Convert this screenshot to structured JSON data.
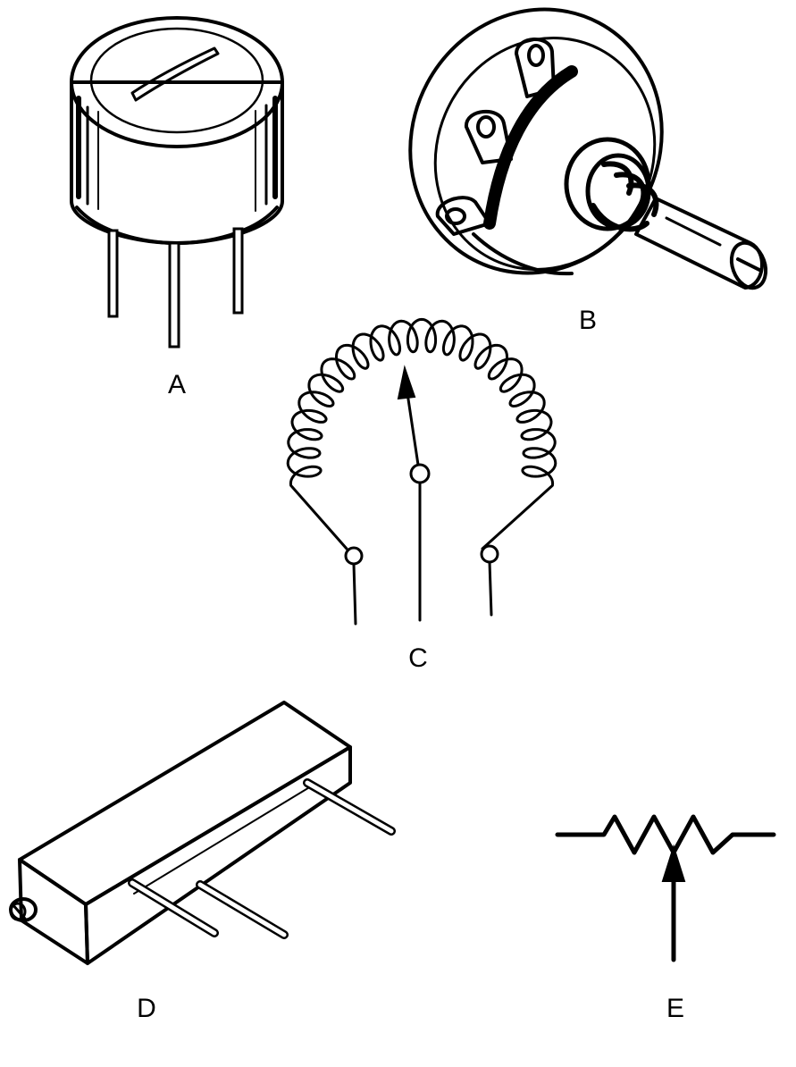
{
  "figure": {
    "labels": {
      "a": "A",
      "b": "B",
      "c": "C",
      "d": "D",
      "e": "E"
    }
  }
}
